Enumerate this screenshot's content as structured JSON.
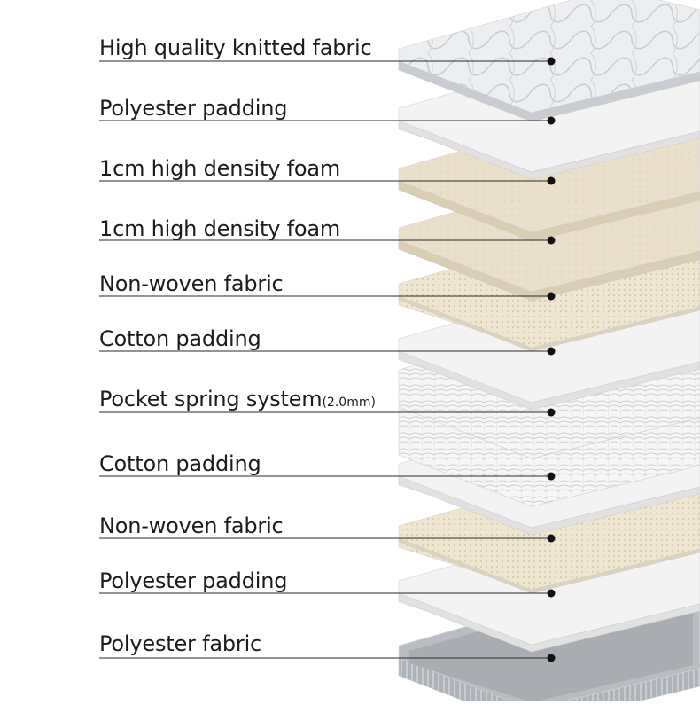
{
  "diagram": {
    "layers": [
      {
        "label": "High quality knitted fabric",
        "suffix": "",
        "material": "quilted-knit"
      },
      {
        "label": "Polyester padding",
        "suffix": "",
        "material": "white-padding"
      },
      {
        "label": "1cm high density foam",
        "suffix": "",
        "material": "beige-foam"
      },
      {
        "label": "1cm high density foam",
        "suffix": "",
        "material": "beige-foam"
      },
      {
        "label": "Non-woven fabric",
        "suffix": "",
        "material": "dotted-nonwoven"
      },
      {
        "label": "Cotton padding",
        "suffix": "",
        "material": "white-padding"
      },
      {
        "label": "Pocket spring system",
        "suffix": "(2.0mm)",
        "material": "pocket-springs"
      },
      {
        "label": "Cotton padding",
        "suffix": "",
        "material": "white-padding"
      },
      {
        "label": "Non-woven fabric",
        "suffix": "",
        "material": "dotted-nonwoven"
      },
      {
        "label": "Polyester padding",
        "suffix": "",
        "material": "white-padding"
      },
      {
        "label": "Polyester fabric",
        "suffix": "",
        "material": "grey-fabric"
      }
    ],
    "colors": {
      "label_text": "#1c1c1c",
      "leader_line": "#2a2a2a",
      "knit_fabric": "#eceef0",
      "white_padding": "#f3f3f3",
      "beige_foam": "#e9dfcb",
      "nonwoven": "#efe6d2",
      "spring": "#f6f6f6",
      "grey_fabric": "#b9bdc2"
    }
  }
}
